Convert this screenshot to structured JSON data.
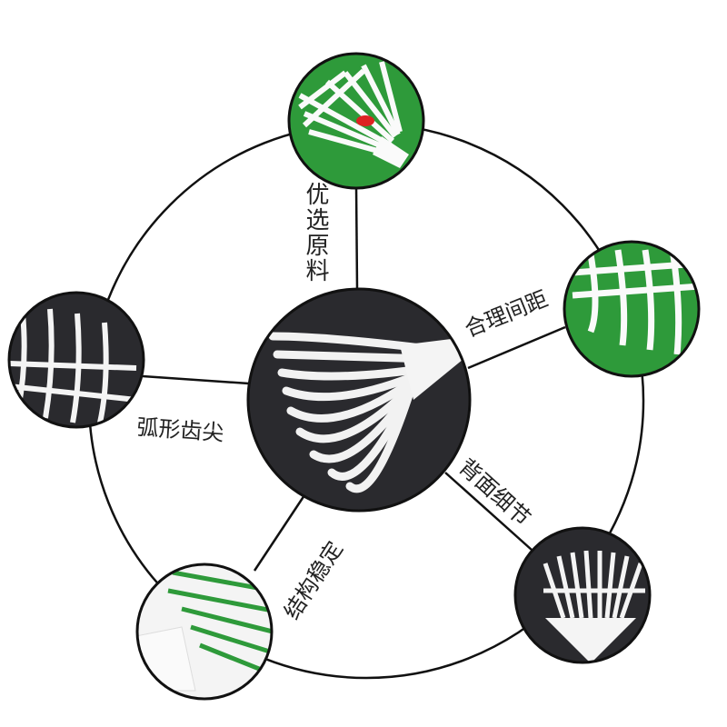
{
  "labels": {
    "top": "优选原料",
    "right": "合理间距",
    "bottom_right": "背面细节",
    "bottom_left": "结构稳定",
    "left": "弧形齿尖"
  },
  "colors": {
    "green": "#2e9a3a",
    "dark": "#2a2a2e",
    "line": "#111111"
  }
}
